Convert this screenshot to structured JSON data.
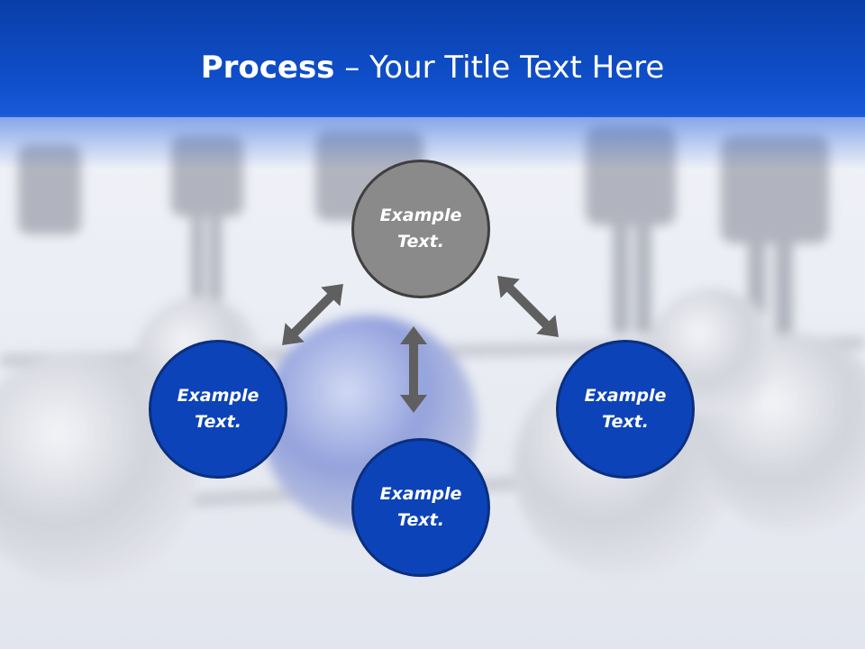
{
  "title": {
    "bold": "Process",
    "rest": " – Your Title Text Here"
  },
  "nodes": [
    {
      "id": "top",
      "label": "Example\nText.",
      "color": "#8a8a8a"
    },
    {
      "id": "left",
      "label": "Example\nText.",
      "color": "#0d43b8"
    },
    {
      "id": "bottom",
      "label": "Example\nText.",
      "color": "#0d43b8"
    },
    {
      "id": "right",
      "label": "Example\nText.",
      "color": "#0d43b8"
    }
  ],
  "connectors": [
    {
      "from": "top",
      "to": "left",
      "type": "double-arrow"
    },
    {
      "from": "top",
      "to": "bottom",
      "type": "double-arrow"
    },
    {
      "from": "top",
      "to": "right",
      "type": "double-arrow"
    }
  ],
  "colors": {
    "header": "#0f4fca",
    "arrow": "#5f5f5f",
    "accent": "#0d43b8"
  }
}
